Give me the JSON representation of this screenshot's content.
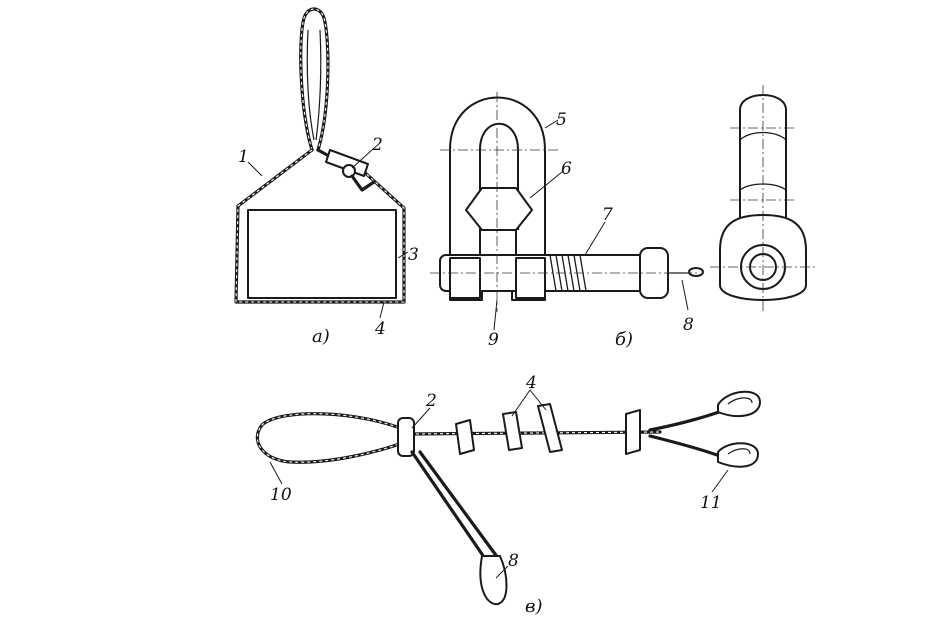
{
  "labels": {
    "n1": "1",
    "n2": "2",
    "n3": "3",
    "n4": "4",
    "n5": "5",
    "n6": "6",
    "n7": "7",
    "n8": "8",
    "n9": "9",
    "n2b": "2",
    "n4b": "4",
    "n8b": "8",
    "n10": "10",
    "n11": "11"
  },
  "captions": {
    "a": "а)",
    "b": "б)",
    "v": "в)"
  }
}
